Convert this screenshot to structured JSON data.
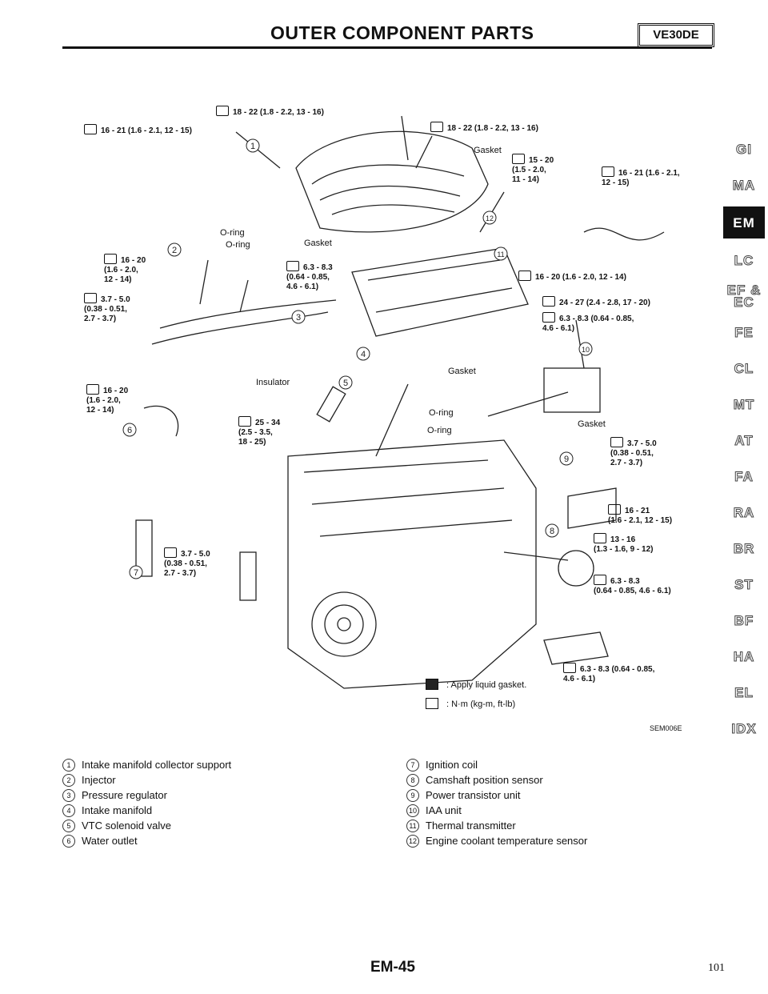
{
  "header": {
    "title": "OUTER COMPONENT PARTS",
    "engine_badge": "VE30DE"
  },
  "diagram": {
    "torque_labels": [
      "18 - 22 (1.8 - 2.2, 13 - 16)",
      "16 - 21 (1.6 - 2.1, 12 - 15)",
      "18 - 22 (1.8 - 2.2, 13 - 16)",
      "15 - 20\n(1.5 - 2.0,\n11 - 14)",
      "16 - 21 (1.6 - 2.1,\n12 - 15)",
      "16 - 20\n(1.6 - 2.0,\n12 - 14)",
      "3.7 - 5.0\n(0.38 - 0.51,\n2.7 - 3.7)",
      "6.3 - 8.3\n(0.64 - 0.85,\n4.6 - 6.1)",
      "16 - 20 (1.6 - 2.0, 12 - 14)",
      "24 - 27 (2.4 - 2.8, 17 - 20)",
      "6.3 - 8.3 (0.64 - 0.85,\n4.6 - 6.1)",
      "16 - 20\n(1.6 - 2.0,\n12 - 14)",
      "25 - 34\n(2.5 - 3.5,\n18 - 25)",
      "3.7 - 5.0\n(0.38 - 0.51,\n2.7 - 3.7)",
      "16 - 21\n(1.6 - 2.1, 12 - 15)",
      "13 - 16\n(1.3 - 1.6, 9 - 12)",
      "3.7 - 5.0\n(0.38 - 0.51,\n2.7 - 3.7)",
      "6.3 - 8.3\n(0.64 - 0.85, 4.6 - 6.1)",
      "6.3 - 8.3 (0.64 - 0.85,\n4.6 - 6.1)"
    ],
    "part_labels": [
      "Gasket",
      "O-ring",
      "O-ring",
      "Gasket",
      "Insulator",
      "Gasket",
      "O-ring",
      "O-ring",
      "Gasket"
    ],
    "callout_numbers": [
      "1",
      "2",
      "3",
      "4",
      "5",
      "6",
      "7",
      "8",
      "9",
      "10",
      "11",
      "12"
    ],
    "legend": {
      "gasket": ": Apply liquid gasket.",
      "torque": ": N·m (kg-m, ft-lb)"
    },
    "figure_code": "SEM006E"
  },
  "parts_left": [
    {
      "num": "1",
      "name": "Intake manifold collector support"
    },
    {
      "num": "2",
      "name": "Injector"
    },
    {
      "num": "3",
      "name": "Pressure regulator"
    },
    {
      "num": "4",
      "name": "Intake manifold"
    },
    {
      "num": "5",
      "name": "VTC solenoid valve"
    },
    {
      "num": "6",
      "name": "Water outlet"
    }
  ],
  "parts_right": [
    {
      "num": "7",
      "name": "Ignition coil"
    },
    {
      "num": "8",
      "name": "Camshaft position sensor"
    },
    {
      "num": "9",
      "name": "Power transistor unit"
    },
    {
      "num": "10",
      "name": "IAA unit"
    },
    {
      "num": "11",
      "name": "Thermal transmitter"
    },
    {
      "num": "12",
      "name": "Engine coolant temperature sensor"
    }
  ],
  "section_tabs": [
    "GI",
    "MA",
    "EM",
    "LC",
    "EF &\nEC",
    "FE",
    "CL",
    "MT",
    "AT",
    "FA",
    "RA",
    "BR",
    "ST",
    "BF",
    "HA",
    "EL",
    "IDX"
  ],
  "active_tab": "EM",
  "footer": {
    "page_code": "EM-45",
    "page_number": "101"
  }
}
